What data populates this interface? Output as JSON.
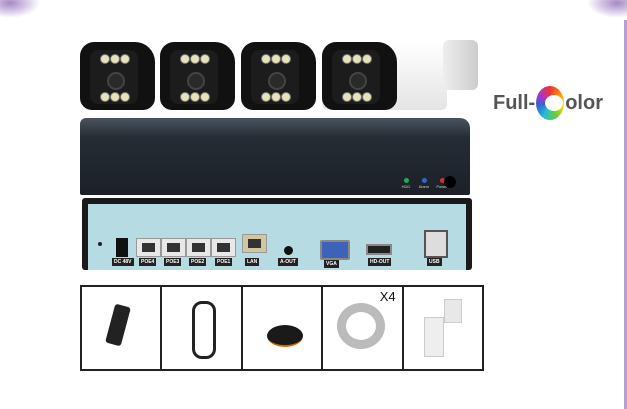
{
  "logo": {
    "text_left": "Full-",
    "text_right": "olor"
  },
  "nvr_front": {
    "indicators": [
      "HDD",
      "Alarm",
      "Power"
    ]
  },
  "nvr_rear": {
    "ports": [
      "DC 48V",
      "POE4",
      "POE3",
      "POE2",
      "POE1",
      "LAN",
      "A-OUT",
      "VGA",
      "HD-OUT",
      "USB"
    ]
  },
  "accessories": {
    "quantity_label": "X4"
  },
  "colors": {
    "frame": "#b79fd0",
    "panel": "#b7dbe2"
  }
}
